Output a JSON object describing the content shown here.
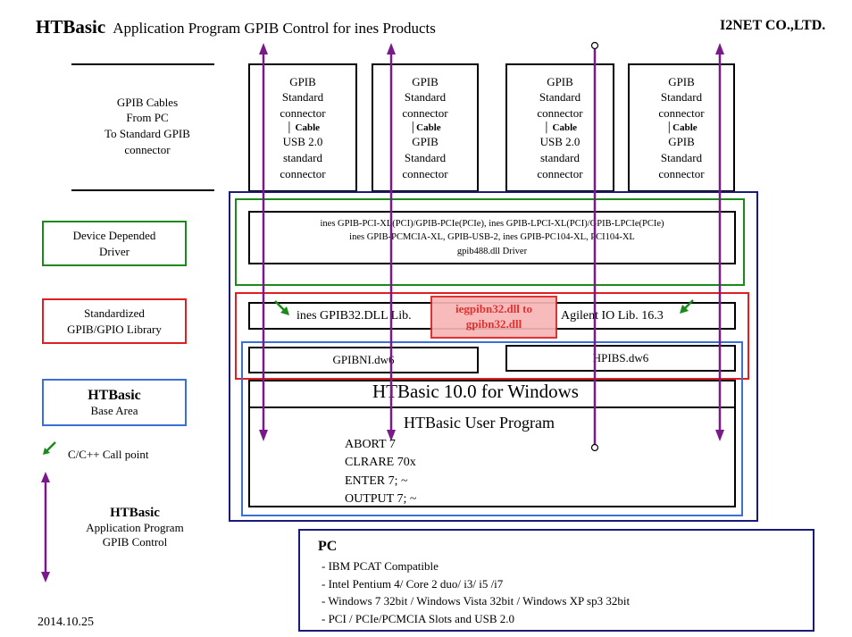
{
  "header": {
    "brand": "HTBasic",
    "title": "Application Program GPIB Control  for ines Products",
    "company": "I2NET CO.,LTD."
  },
  "left": {
    "cables_label": [
      "GPIB Cables",
      "From PC",
      "To Standard GPIB",
      "connector"
    ],
    "device_driver": [
      "Device Depended",
      "Driver"
    ],
    "std_library": [
      "Standardized",
      "GPIB/GPIO Library"
    ],
    "base_area_title": "HTBasic",
    "base_area_sub": "Base Area",
    "call_point": "C/C++ Call point",
    "app_title": "HTBasic",
    "app_sub": [
      "Application Program",
      "GPIB Control"
    ],
    "date": "2014.10.25"
  },
  "connectors": [
    {
      "l1": "GPIB",
      "l2": "Standard",
      "l3": "connector",
      "cable": "│ Cable",
      "l4": "USB 2.0",
      "l5": "standard",
      "l6": "connector"
    },
    {
      "l1": "GPIB",
      "l2": "Standard",
      "l3": "connector",
      "cable": "│Cable",
      "l4": "GPIB",
      "l5": "Standard",
      "l6": "connector"
    },
    {
      "l1": "GPIB",
      "l2": "Standard",
      "l3": "connector",
      "cable": "│ Cable",
      "l4": "USB 2.0",
      "l5": "standard",
      "l6": "connector"
    },
    {
      "l1": "GPIB",
      "l2": "Standard",
      "l3": "connector",
      "cable": "│Cable",
      "l4": "GPIB",
      "l5": "Standard",
      "l6": "connector"
    }
  ],
  "driver_box": [
    "ines GPIB-PCI-XL(PCI)/GPIB-PCIe(PCIe), ines GPIB-LPCI-XL(PCI)/GPIB-LPCIe(PCIe)",
    "ines GPIB-PCMCIA-XL, GPIB-USB-2, ines GPIB-PC104-XL, PCI104-XL",
    "gpib488.dll Driver"
  ],
  "library": {
    "ines": "ines GPIB32.DLL Lib.",
    "agilent": "Agilent IO Lib. 16.3",
    "overlay": [
      "iegpibn32.dll to",
      "gpibn32.dll"
    ]
  },
  "dw6": {
    "left": "GPIBNI.dw6",
    "right": "HPIBS.dw6"
  },
  "htbasic": {
    "windows": "HTBasic 10.0 for Windows",
    "user_program": "HTBasic User Program",
    "program_lines": [
      "ABORT 7",
      "CLRARE 70x",
      "ENTER 7; ~",
      "OUTPUT 7; ~"
    ]
  },
  "pc": {
    "title": "PC",
    "items": [
      "- IBM PCAT Compatible",
      "- Intel Pentium 4/ Core 2 duo/ i3/ i5 /i7",
      "- Windows 7 32bit / Windows Vista 32bit / Windows XP sp3 32bit",
      "- PCI / PCIe/PCMCIA  Slots and USB 2.0"
    ]
  },
  "colors": {
    "driver_border": "#1a8a1a",
    "library_border": "#e02020",
    "base_border": "#3a6fd8",
    "pc_border": "#1a1a7a",
    "arrow_purple": "#7a1a8a",
    "call_arrow": "#1a8a1a",
    "overlay_fill": "#f7b6b6",
    "overlay_text": "#e02020"
  }
}
